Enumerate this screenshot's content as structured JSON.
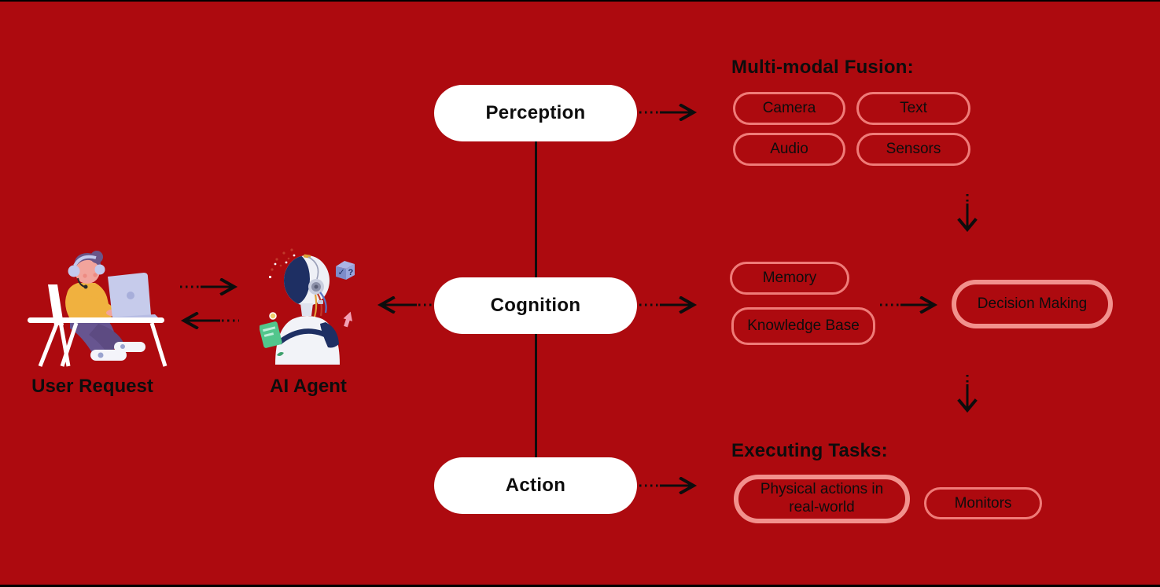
{
  "left_nodes": {
    "user_label": "User Request",
    "agent_label": "AI Agent"
  },
  "pills": {
    "perception": "Perception",
    "cognition": "Cognition",
    "action": "Action"
  },
  "fusion": {
    "heading": "Multi-modal Fusion:",
    "boxes": [
      "Camera",
      "Text",
      "Audio",
      "Sensors"
    ]
  },
  "cognition_detail": {
    "memory": "Memory",
    "knowledge_base": "Knowledge Base",
    "decision": "Decision Making"
  },
  "tasks": {
    "heading": "Executing Tasks:",
    "physical": "Physical actions in real-world",
    "monitors": "Monitors"
  },
  "illustrations": {
    "cube_check": "✓",
    "cube_question": "?"
  },
  "colors": {
    "background": "#ad0a0f",
    "edge_bar": "#000000",
    "box_border": "#ef7b78",
    "box_border_strong": "#f2918d",
    "pill_background": "#ffffff",
    "text": "#0d0d0d"
  }
}
